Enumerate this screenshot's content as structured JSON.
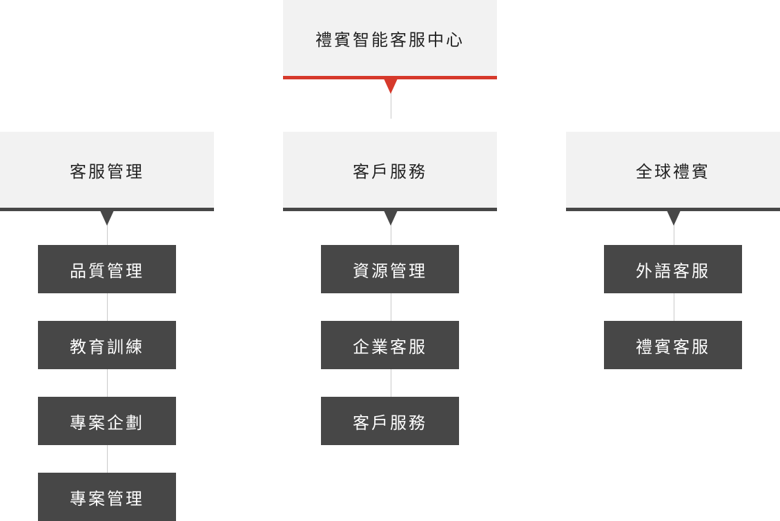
{
  "root": {
    "label": "禮賓智能客服中心"
  },
  "branches": [
    {
      "label": "客服管理",
      "items": [
        "品質管理",
        "教育訓練",
        "專案企劃",
        "專案管理"
      ]
    },
    {
      "label": "客戶服務",
      "items": [
        "資源管理",
        "企業客服",
        "客戶服務"
      ]
    },
    {
      "label": "全球禮賓",
      "items": [
        "外語客服",
        "禮賓客服"
      ]
    }
  ],
  "colors": {
    "root_accent": "#d6392b",
    "branch_accent": "#474747",
    "header_bg": "#f2f2f2",
    "leaf_bg": "#474747",
    "connector": "#c9c9c9"
  }
}
